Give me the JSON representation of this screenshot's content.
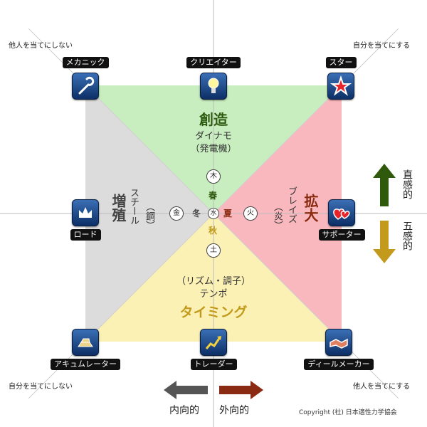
{
  "corners": {
    "top_left": "他人を当てにしない",
    "top_right": "自分を当てにする",
    "bottom_left": "自分を当てにしない",
    "bottom_right": "他人を当てにする"
  },
  "roles": {
    "mechanic": "メカニック",
    "creator": "クリエイター",
    "star": "スター",
    "lord": "ロード",
    "supporter": "サポーター",
    "accumulator": "アキュムレーター",
    "trader": "トレーダー",
    "dealmaker": "ディールメーカー"
  },
  "quadrants": {
    "top": {
      "title": "創造",
      "sub1": "ダイナモ",
      "sub2": "（発電機）",
      "color": "#c8eec0"
    },
    "right": {
      "title": "拡大",
      "sub1": "ブレイズ",
      "sub2": "（炎）",
      "color": "#f9b8be"
    },
    "bottom": {
      "title": "タイミング",
      "sub1": "（リズム・調子）",
      "sub2": "テンポ",
      "color": "#fcf1b4"
    },
    "left": {
      "title": "増殖",
      "sub1": "スチール",
      "sub2": "（鋼）",
      "color": "#dcdcdc"
    }
  },
  "elements": {
    "wood": "木",
    "fire": "火",
    "earth": "土",
    "metal": "金",
    "water": "水"
  },
  "seasons": {
    "spring": "春",
    "summer": "夏",
    "autumn": "秋",
    "winter": "冬"
  },
  "legend": {
    "intuition": "直感的",
    "five_senses": "五感的",
    "introvert": "内向的",
    "extrovert": "外向的"
  },
  "copyright": "Copyright (社) 日本適性力学協会",
  "colors": {
    "green_arrow": "#2f5a0c",
    "gold_arrow": "#c39a1c",
    "gray_arrow": "#555555",
    "red_arrow": "#8b2a12",
    "creation_text": "#2d5a0f",
    "expansion_text": "#8a2a10",
    "timing_text": "#c39a1c",
    "proliferation_text": "#444444"
  }
}
